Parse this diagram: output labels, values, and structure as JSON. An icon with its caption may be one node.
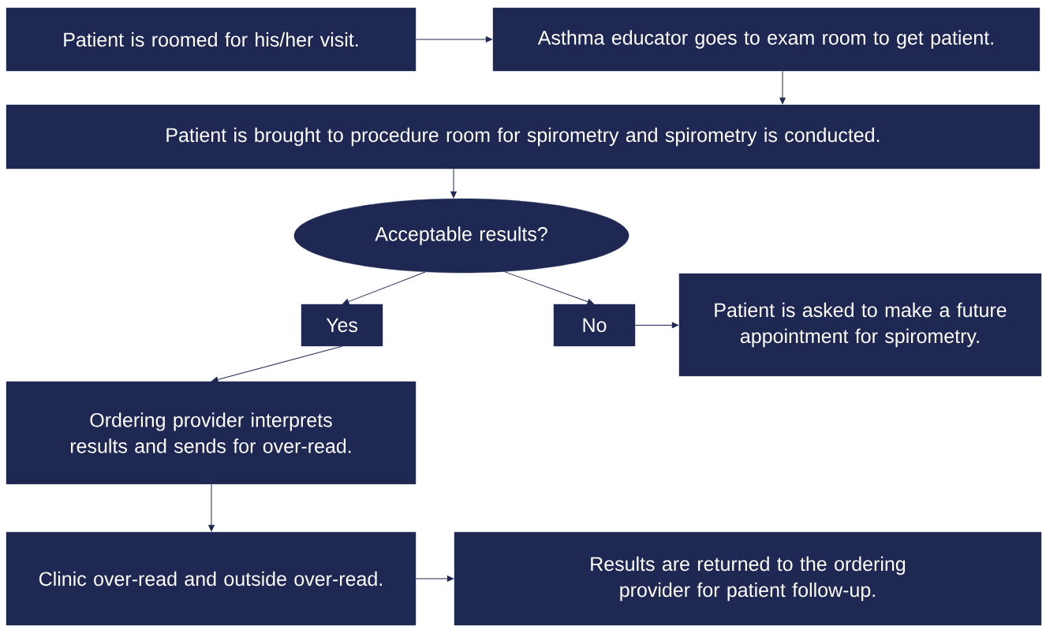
{
  "diagram": {
    "nodes": [
      {
        "text": [
          "Patient is roomed for his/her visit."
        ]
      },
      {
        "text": [
          "Asthma educator goes to exam room to get patient."
        ]
      },
      {
        "text": [
          "Patient is brought to procedure room for spirometry and spirometry is conducted."
        ]
      },
      {
        "text": [
          "Acceptable results?"
        ]
      },
      {
        "text": [
          "Yes"
        ]
      },
      {
        "text": [
          "No"
        ]
      },
      {
        "text": [
          "Patient is asked to make a future appointment for spirometry."
        ]
      },
      {
        "text": [
          "Ordering provider interprets results and sends for over-read."
        ]
      },
      {
        "text": [
          "Clinic over-read and outside over-read."
        ]
      },
      {
        "text": [
          "Results are returned to the ordering provider for patient follow-up."
        ]
      }
    ],
    "edges": [
      {
        "from": 0,
        "to": 1,
        "arrow": "to"
      },
      {
        "from": 1,
        "to": 2,
        "arrow": "to"
      },
      {
        "from": 2,
        "to": 3,
        "arrow": "to"
      },
      {
        "from": 3,
        "to": 4,
        "arrow": "to"
      },
      {
        "from": 3,
        "to": 5,
        "arrow": "to"
      },
      {
        "from": 5,
        "to": 6,
        "arrow": "to"
      },
      {
        "from": 4,
        "to": 7,
        "arrow": "to"
      },
      {
        "from": 7,
        "to": 8,
        "arrow": "to"
      },
      {
        "from": 8,
        "to": 9,
        "arrow": "to"
      }
    ]
  }
}
